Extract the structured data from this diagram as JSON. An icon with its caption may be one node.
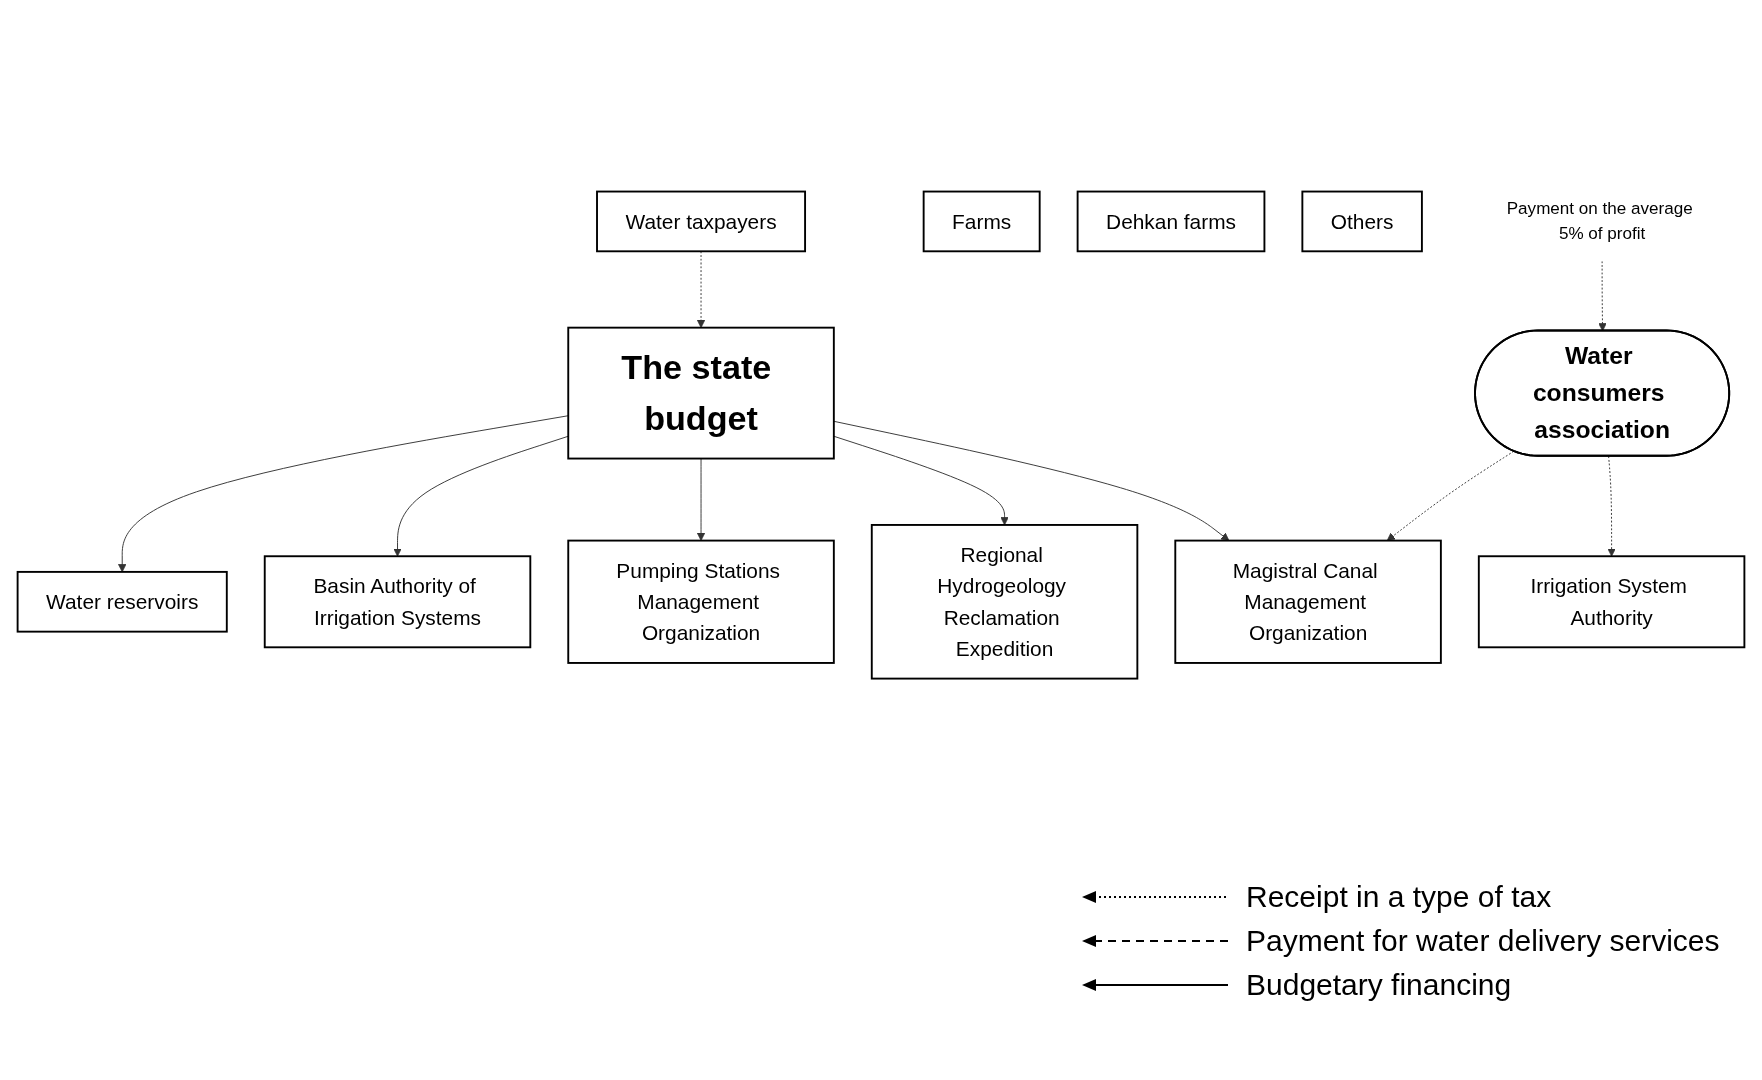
{
  "diagram": {
    "nodes": [
      {
        "text": [
          "The state budget"
        ]
      },
      {
        "text": [
          "Water reservoirs"
        ]
      },
      {
        "text": [
          "Basin Authority of Irrigation Systems"
        ]
      },
      {
        "text": [
          "Pumping Stations Management Organization"
        ]
      },
      {
        "text": [
          "Regional Hydrogeology Reclamation Expedition"
        ]
      },
      {
        "text": [
          "Magistral Canal Management Organization"
        ]
      },
      {
        "text": [
          "Irrigation System Authority"
        ]
      },
      {
        "text": [
          "Water taxpayers"
        ]
      },
      {
        "text": [
          "Farms"
        ]
      },
      {
        "text": [
          "Dehkan farms"
        ]
      },
      {
        "text": [
          "Others"
        ]
      },
      {
        "text": [
          "Payment on the average 5% of profit"
        ]
      },
      {
        "text": [
          "Water consumers association"
        ]
      }
    ],
    "edges": [
      {
        "from": 0,
        "to": 1,
        "arrow": "to"
      },
      {
        "from": 0,
        "to": 2,
        "arrow": "to"
      },
      {
        "from": 0,
        "to": 3,
        "arrow": "to"
      },
      {
        "from": 0,
        "to": 4,
        "arrow": "to"
      },
      {
        "from": 0,
        "to": 5,
        "arrow": "to"
      },
      {
        "from": 7,
        "to": 0,
        "arrow": "to",
        "style": "dashed"
      },
      {
        "from": 12,
        "to": 6,
        "arrow": "to",
        "style": "dashed"
      },
      {
        "from": 12,
        "to": 5,
        "arrow": "to",
        "style": "dashed"
      },
      {
        "from": 11,
        "to": 12,
        "arrow": "to",
        "style": "dashed"
      }
    ],
    "legend": [
      {
        "text": "Receipt in a type of tax"
      },
      {
        "text": "Payment for water delivery services"
      },
      {
        "text": "Budgetary financing"
      }
    ]
  }
}
